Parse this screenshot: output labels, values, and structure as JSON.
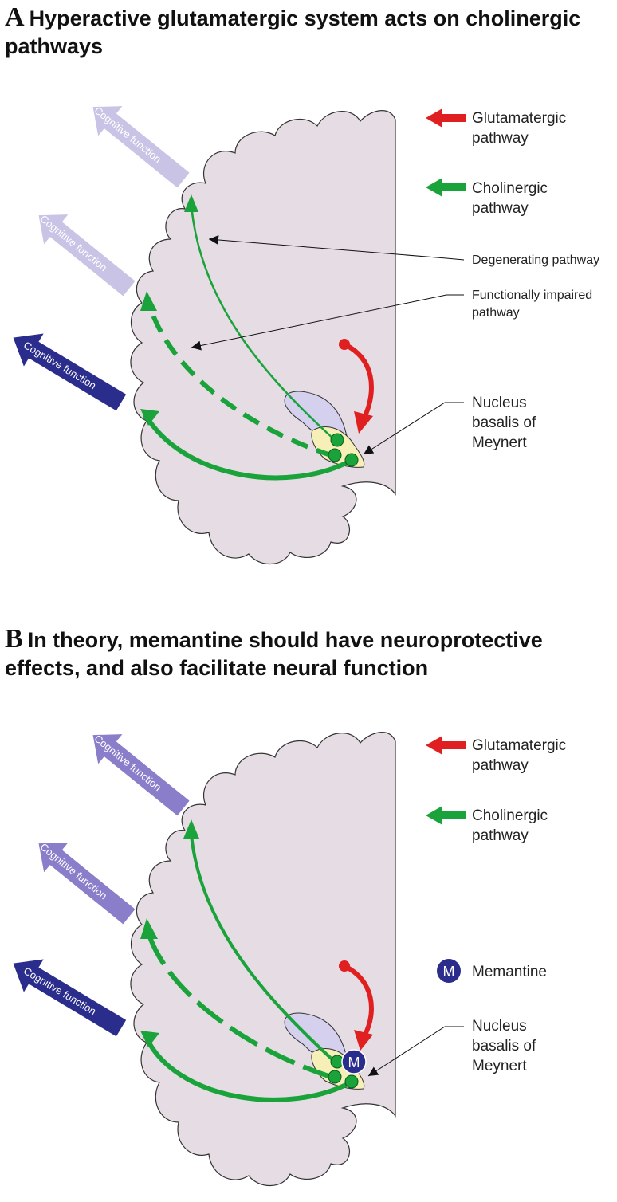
{
  "panels": [
    {
      "letter": "A",
      "title": "Hyperactive glutamatergic system acts on cholinergic pathways",
      "cog_arrows": [
        "Cognitive function",
        "Cognitive function",
        "Cognitive function"
      ],
      "legend_glutamatergic": "Glutamatergic pathway",
      "legend_cholinergic": "Cholinergic pathway",
      "callout_degenerating": "Degenerating pathway",
      "callout_impaired": "Functionally impaired pathway",
      "callout_nucleus": "Nucleus basalis of Meynert"
    },
    {
      "letter": "B",
      "title": "In theory, memantine should have neuroprotective effects, and also facilitate neural function",
      "cog_arrows": [
        "Cognitive function",
        "Cognitive function",
        "Cognitive function"
      ],
      "legend_glutamatergic": "Glutamatergic pathway",
      "legend_cholinergic": "Cholinergic pathway",
      "legend_memantine_symbol": "M",
      "legend_memantine": "Memantine",
      "callout_nucleus": "Nucleus basalis of Meynert",
      "memantine_symbol": "M"
    }
  ],
  "colors": {
    "brain_fill": "#e6dce3",
    "green": "#1aa33a",
    "red": "#e02020",
    "dark_blue": "#2b2d8c",
    "faded_arrow_a": "#c9c3e6",
    "faded_arrow_b": "#8a7dc9",
    "nucleus_yellow": "#f6f0b8",
    "nucleus_violet": "#d4d0ee"
  }
}
